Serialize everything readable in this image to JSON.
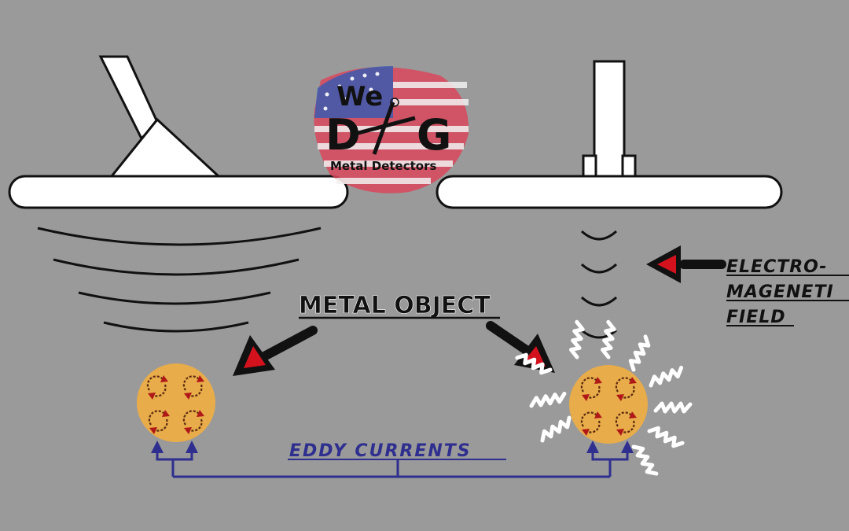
{
  "logo": {
    "line1": "We",
    "letter_d": "D",
    "letter_g": "G",
    "tagline": "Metal Detectors",
    "flag_red": "#d9485c",
    "flag_blue": "#3b5bb0"
  },
  "labels": {
    "metal_object": "METAL OBJECT",
    "eddy_currents": "EDDY CURRENTS",
    "emf_line1": "ELECTRO-",
    "emf_line2": "MAGENETI",
    "emf_line3": "FIELD"
  },
  "colors": {
    "background": "#9a9a9a",
    "coil": "#ffffff",
    "object": "#e8ac4a",
    "arrow_head": "#d4121e",
    "eddy_line": "#2e2f8f"
  }
}
